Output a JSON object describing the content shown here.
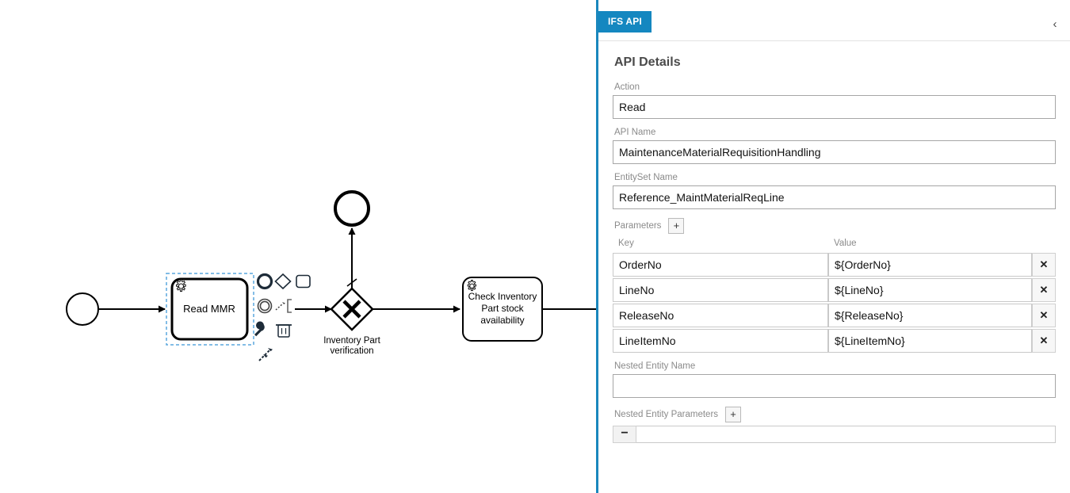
{
  "panel": {
    "tab_label": "IFS API",
    "collapse_icon": "chevron-left-icon",
    "title": "API Details",
    "fields": {
      "action": {
        "label": "Action",
        "value": "Read"
      },
      "api_name": {
        "label": "API Name",
        "value": "MaintenanceMaterialRequisitionHandling"
      },
      "entityset_name": {
        "label": "EntitySet Name",
        "value": "Reference_MaintMaterialReqLine"
      },
      "nested_entity_name": {
        "label": "Nested Entity Name",
        "value": ""
      }
    },
    "parameters": {
      "label": "Parameters",
      "add_label": "+",
      "columns": [
        "Key",
        "Value"
      ],
      "rows": [
        {
          "key": "OrderNo",
          "value": "${OrderNo}",
          "delete_label": "✕"
        },
        {
          "key": "LineNo",
          "value": "${LineNo}",
          "delete_label": "✕"
        },
        {
          "key": "ReleaseNo",
          "value": "${ReleaseNo}",
          "delete_label": "✕"
        },
        {
          "key": "LineItemNo",
          "value": "${LineItemNo}",
          "delete_label": "✕"
        }
      ]
    },
    "nested_parameters": {
      "label": "Nested Entity Parameters",
      "add_label": "+",
      "remove_label": "−"
    }
  },
  "canvas": {
    "nodes": {
      "start_event": {
        "name": "start-event",
        "label": ""
      },
      "read_mmr_task": {
        "label": "Read MMR",
        "type": "service-task",
        "selected": true
      },
      "gateway": {
        "label": "Inventory Part verification",
        "label_line1": "Inventory Part",
        "label_line2": "verification",
        "type": "exclusive-gateway"
      },
      "end_event": {
        "name": "end-event",
        "label": ""
      },
      "check_stock_task": {
        "label": "Check Inventory Part stock availability",
        "label_line1": "Check Inventory",
        "label_line2": "Part stock",
        "label_line3": "availability",
        "type": "service-task"
      }
    },
    "context_pad": [
      {
        "name": "append-end-event-icon",
        "title": "circle"
      },
      {
        "name": "append-gateway-icon",
        "title": "diamond"
      },
      {
        "name": "append-task-icon",
        "title": "rectangle"
      },
      {
        "name": "append-intermediate-event-icon",
        "title": "double-circle"
      },
      {
        "name": "append-text-annotation-icon",
        "title": "annotation-bracket"
      },
      {
        "name": "wrench-icon",
        "title": "change-type"
      },
      {
        "name": "trash-icon",
        "title": "delete"
      },
      {
        "name": "connect-icon",
        "title": "connect-arrow"
      }
    ]
  },
  "colors": {
    "accent": "#1487c0",
    "panel_border": "#1a87bd",
    "label_gray": "#8a8a8a",
    "title_gray": "#4a4a4a",
    "selection_blue": "#5aa7dd"
  }
}
